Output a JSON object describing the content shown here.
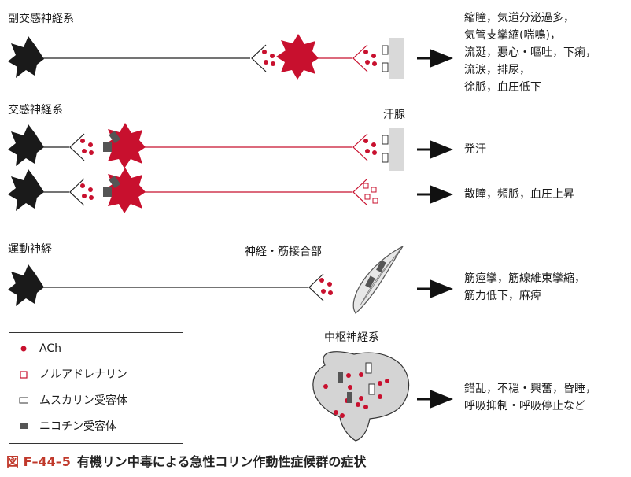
{
  "labels": {
    "parasympathetic": "副交感神経系",
    "sympathetic": "交感神経系",
    "sweat_gland": "汗腺",
    "motor": "運動神経",
    "nmj": "神経・筋接合部",
    "cns": "中枢神経系"
  },
  "effects": {
    "parasympathetic": [
      "縮瞳，気道分泌過多，",
      "気管支攣縮(喘鳴)，",
      "流涎，悪心・嘔吐，下痢，",
      "流涙，排尿，",
      "徐脈，血圧低下"
    ],
    "sweat": [
      "発汗"
    ],
    "sympathetic": [
      "散瞳，頻脈，血圧上昇"
    ],
    "motor": [
      "筋痙攣，筋線維束攣縮，",
      "筋力低下，麻痺"
    ],
    "cns": [
      "錯乱，不穏・興奮，昏睡，",
      "呼吸抑制・呼吸停止など"
    ]
  },
  "legend": {
    "ach": "ACh",
    "noradrenaline": "ノルアドレナリン",
    "muscarinic": "ムスカリン受容体",
    "nicotinic": "ニコチン受容体"
  },
  "caption": {
    "figure": "図 F–44–5",
    "title": "有機リン中毒による急性コリン作動性症候群の症状"
  },
  "colors": {
    "ach_red": "#c8102e",
    "neuron_black": "#1a1a1a",
    "receptor_gray": "#555555",
    "tissue_gray": "#d9d9d9",
    "caption_red": "#c0392b"
  }
}
